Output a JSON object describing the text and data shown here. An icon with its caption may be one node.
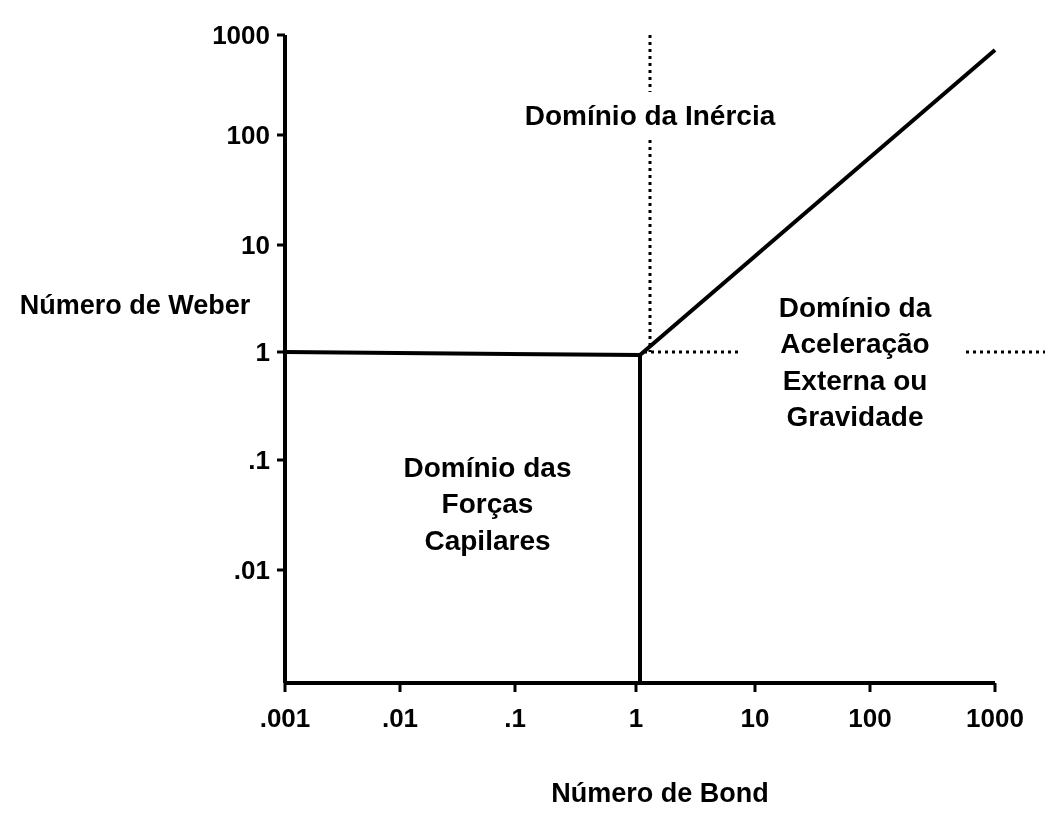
{
  "diagram": {
    "labels": [
      "1000",
      "100",
      "10",
      "1",
      ".1",
      ".01",
      ".001",
      ".01",
      ".1",
      "1",
      "10",
      "100",
      "1000",
      "Número de Weber",
      "Número de Bond",
      "Domínio da Inércia",
      "Domínio da Aceleração Externa ou Gravidade",
      "Domínio das Forças Capilares"
    ]
  }
}
